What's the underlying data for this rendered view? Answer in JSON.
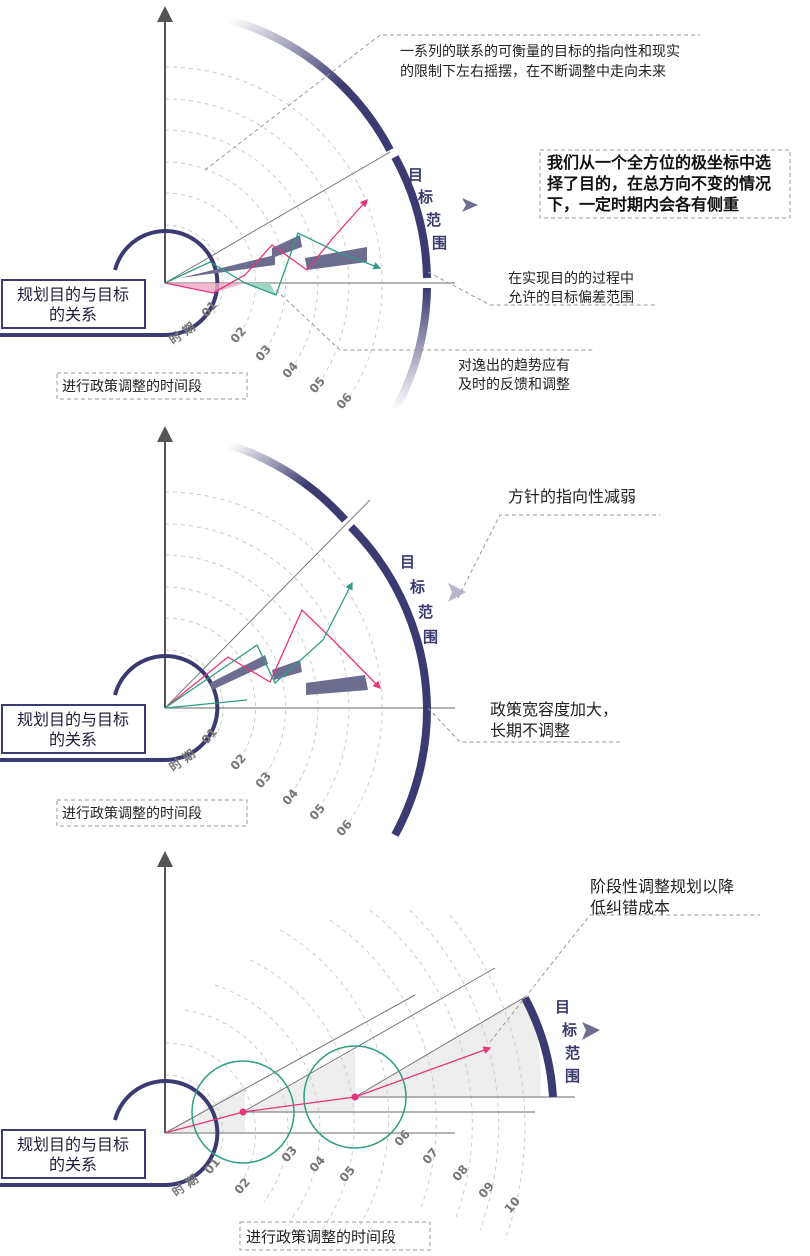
{
  "colors": {
    "navy": "#3b3b72",
    "pink": "#e8337a",
    "green": "#2e9e86",
    "gray": "#888888",
    "bar": "#6d6d90"
  },
  "common": {
    "relation_label_1": "规划目的与目标",
    "relation_label_2": "的关系",
    "period_label": "进行政策调整的时间段",
    "period_axis": "时 期",
    "target_range": [
      "目",
      "标",
      "范",
      "围"
    ]
  },
  "panel1": {
    "ticks": [
      "01",
      "02",
      "03",
      "04",
      "05",
      "06"
    ],
    "note_top": [
      "一系列的联系的可衡量的目标的指向性和现实",
      "的限制下左右摇摆，在不断调整中走向未来"
    ],
    "note_bold": [
      "我们从一个全方位的极坐标中选",
      "择了目的，在总方向不变的情况",
      "下，一定时期内会各有侧重"
    ],
    "note_deviation": [
      "在实现目的的过程中",
      "允许的目标偏差范围"
    ],
    "note_feedback": [
      "对逸出的趋势应有",
      "及时的反馈和调整"
    ]
  },
  "panel2": {
    "ticks": [
      "01",
      "02",
      "03",
      "04",
      "05",
      "06"
    ],
    "note_weaken": "方针的指向性减弱",
    "note_tolerance": [
      "政策宽容度加大，",
      "长期不调整"
    ]
  },
  "panel3": {
    "ticks": [
      "01",
      "02",
      "03",
      "04",
      "05",
      "06",
      "07",
      "08",
      "09",
      "10"
    ],
    "note_phase": [
      "阶段性调整规划以降",
      "低纠错成本"
    ]
  }
}
